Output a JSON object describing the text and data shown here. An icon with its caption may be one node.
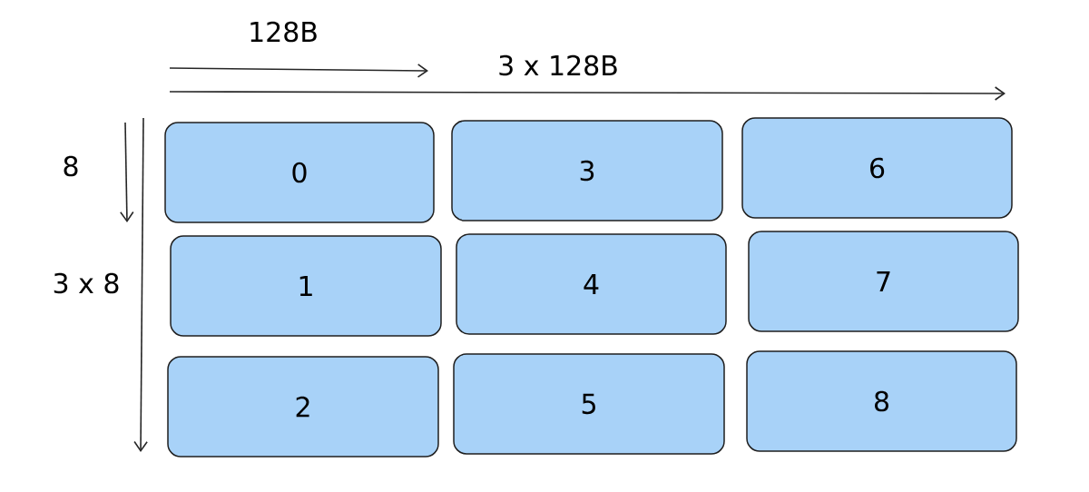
{
  "diagram": {
    "nodes": [
      {
        "text": [
          "0"
        ]
      },
      {
        "text": [
          "1"
        ]
      },
      {
        "text": [
          "2"
        ]
      },
      {
        "text": [
          "3"
        ]
      },
      {
        "text": [
          "4"
        ]
      },
      {
        "text": [
          "5"
        ]
      },
      {
        "text": [
          "6"
        ]
      },
      {
        "text": [
          "7"
        ]
      },
      {
        "text": [
          "8"
        ]
      }
    ],
    "labels": [
      "128B",
      "3 x 128B",
      "8",
      "3 x 8"
    ]
  }
}
